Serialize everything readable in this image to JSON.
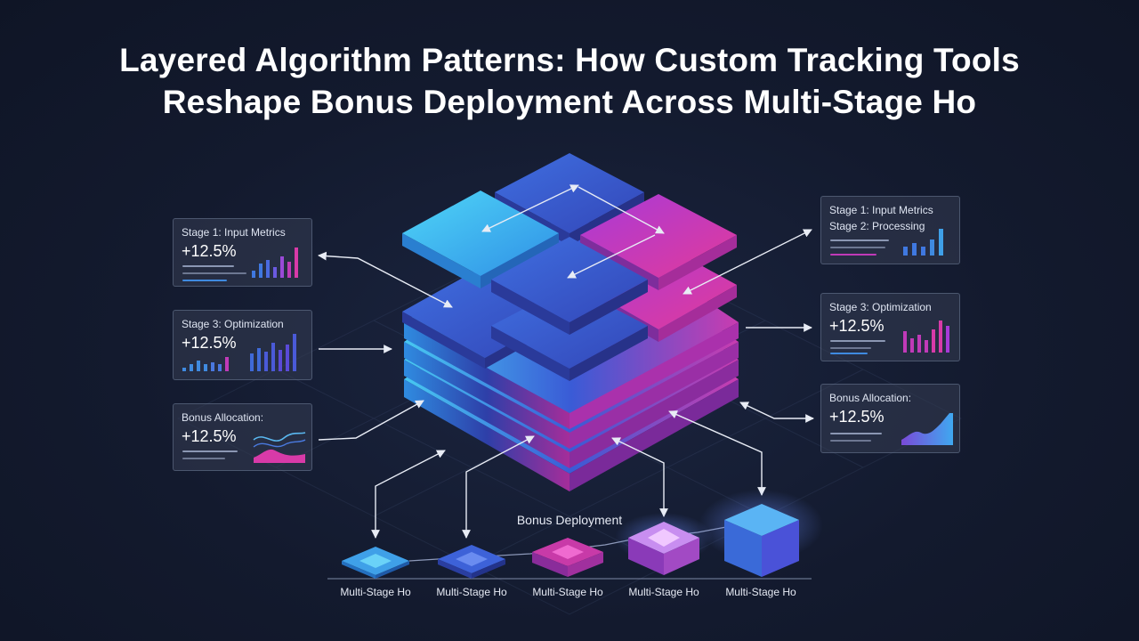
{
  "title": {
    "line1": "Layered Algorithm Patterns: How Custom Tracking Tools",
    "line2": "Reshape Bonus Deployment Across Multi-Stage Ho"
  },
  "left_cards": [
    {
      "label": "Stage 1: Input Metrics",
      "value": "+12.5%",
      "chart": "bars-blue-pink"
    },
    {
      "label": "Stage 3: Optimization",
      "value": "+12.5%",
      "chart": "bars-blue"
    },
    {
      "label": "Bonus Allocation:",
      "value": "+12.5%",
      "chart": "wave-blue-pink"
    }
  ],
  "right_cards": [
    {
      "label": "Stage 1: Input Metrics",
      "label2": "Stage 2: Processing",
      "chart": "bars-blue"
    },
    {
      "label": "Stage 3: Optimization",
      "value": "+12.5%",
      "chart": "bars-pink"
    },
    {
      "label": "Bonus Allocation:",
      "value": "+12.5%",
      "chart": "area-blue-purple"
    }
  ],
  "deployment": {
    "label": "Bonus Deployment",
    "stages": [
      "Multi-Stage Ho",
      "Multi-Stage Ho",
      "Multi-Stage Ho",
      "Multi-Stage Ho",
      "Multi-Stage Ho"
    ]
  },
  "colors": {
    "background": "#131a2e",
    "cyan": "#3fc3f0",
    "blue": "#3a63d8",
    "magenta": "#d83aa8",
    "purple": "#8a52e0",
    "arrow": "#e8ecf5"
  }
}
